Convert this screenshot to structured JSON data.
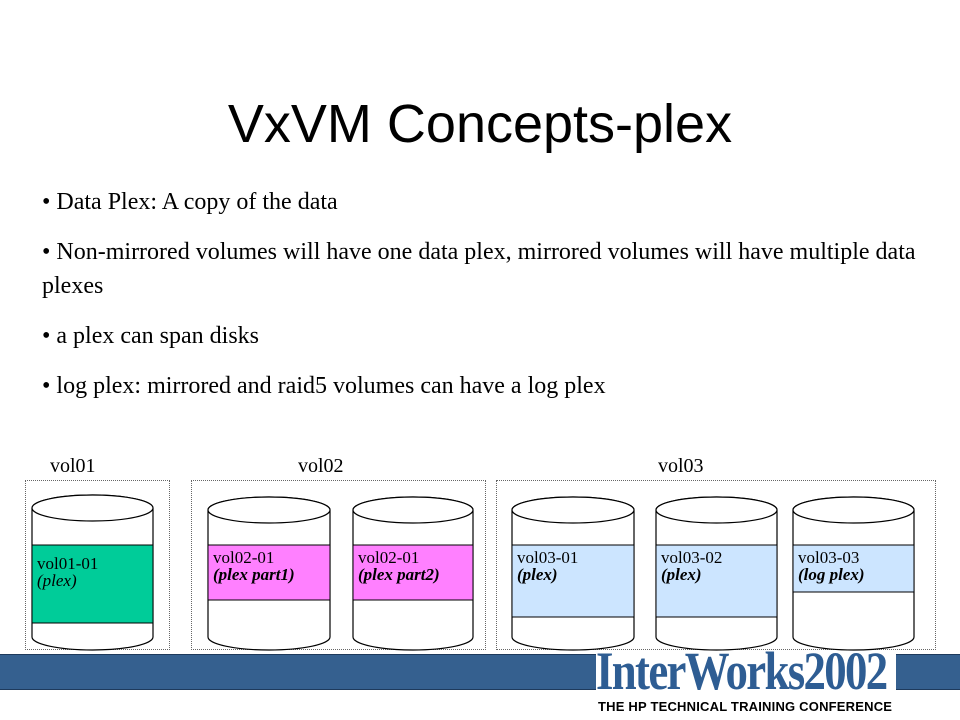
{
  "slide": {
    "title": "VxVM Concepts-plex",
    "bullets": [
      "Data Plex: A copy of the data",
      "Non-mirrored volumes will have one data plex, mirrored volumes will have multiple data plexes",
      "a plex can span disks",
      "log plex: mirrored and raid5 volumes can have a log plex"
    ]
  },
  "diagram": {
    "volumes": [
      {
        "label": "vol01"
      },
      {
        "label": "vol02"
      },
      {
        "label": "vol03"
      }
    ],
    "plexes": [
      {
        "name": "vol01-01",
        "desc": "(plex)",
        "color": "#00cc99"
      },
      {
        "name": "vol02-01",
        "desc": "(plex part1)",
        "color": "#ff80ff"
      },
      {
        "name": "vol02-01",
        "desc": "(plex part2)",
        "color": "#ff80ff"
      },
      {
        "name": "vol03-01",
        "desc": "(plex)",
        "color": "#cce5ff"
      },
      {
        "name": "vol03-02",
        "desc": "(plex)",
        "color": "#cce5ff"
      },
      {
        "name": "vol03-03",
        "desc": "(log plex)",
        "color": "#cce5ff"
      }
    ]
  },
  "footer": {
    "logo_text": "InterWorks2002",
    "logo_tagline": "THE HP TECHNICAL TRAINING CONFERENCE",
    "bar_color": "#35608f",
    "logo_color": "#2e5d93"
  }
}
